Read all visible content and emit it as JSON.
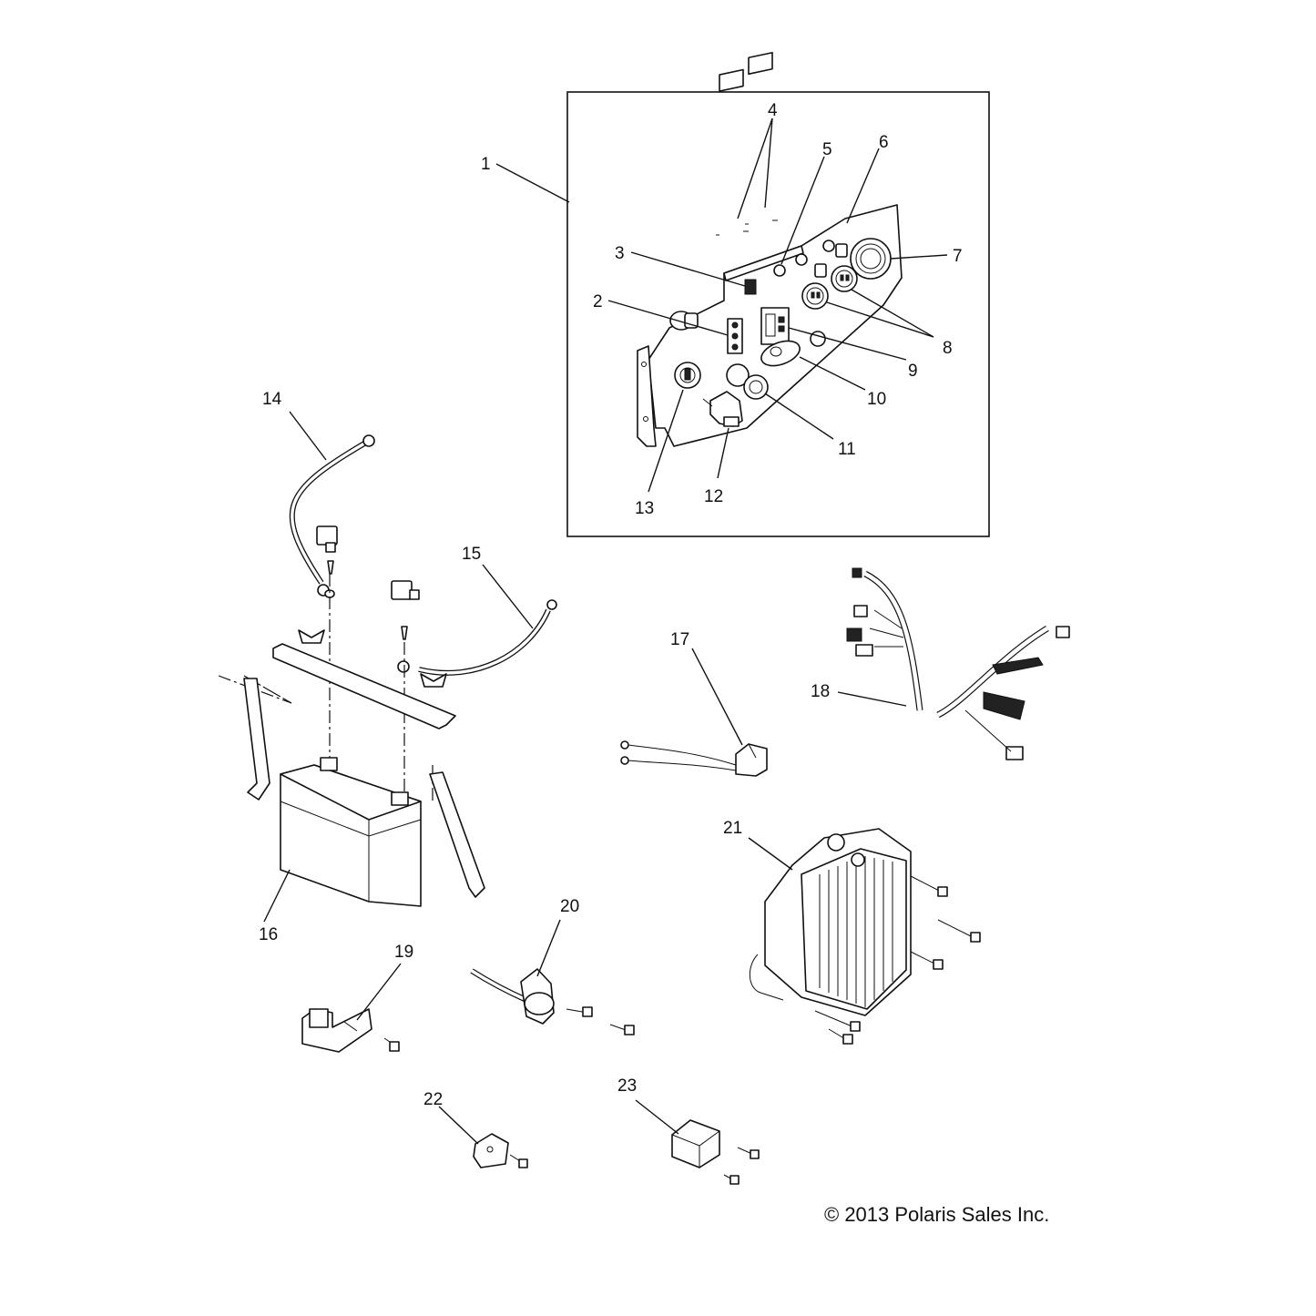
{
  "diagram": {
    "callouts": [
      "1",
      "2",
      "3",
      "4",
      "5",
      "6",
      "7",
      "8",
      "9",
      "10",
      "11",
      "12",
      "13",
      "14",
      "15",
      "16",
      "17",
      "18",
      "19",
      "20",
      "21",
      "22",
      "23"
    ],
    "copyright": "© 2013 Polaris Sales Inc."
  }
}
